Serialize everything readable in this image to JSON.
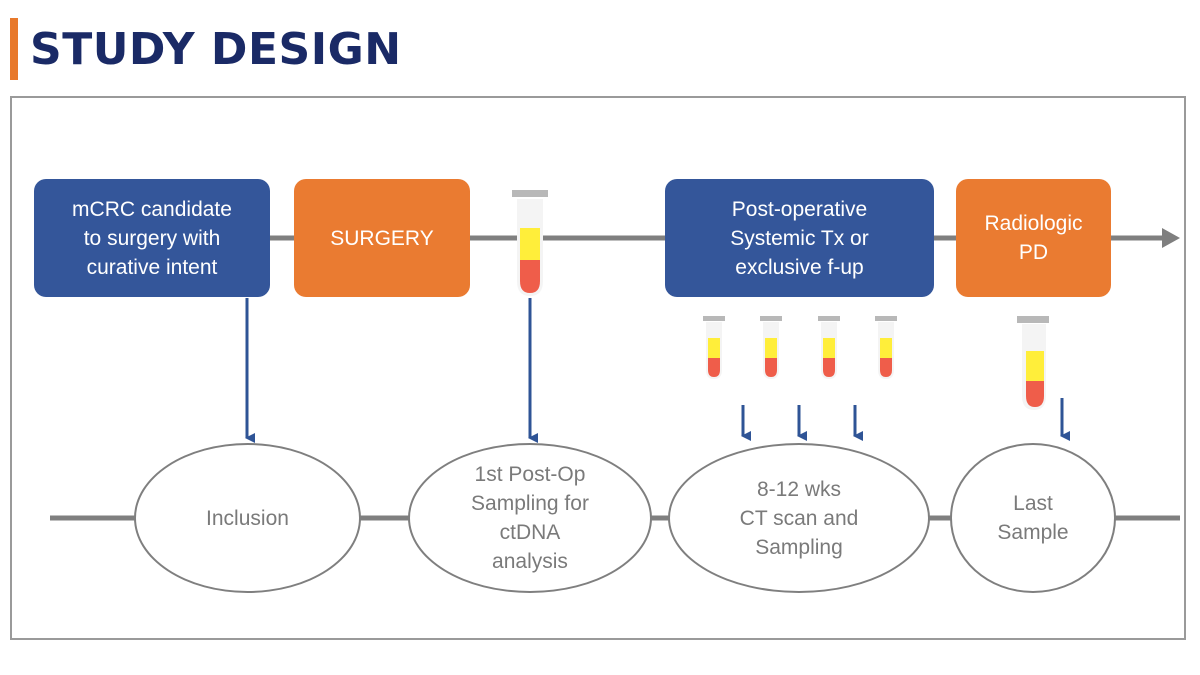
{
  "slide": {
    "title": "STUDY DESIGN"
  },
  "colors": {
    "accent": "#e8792b",
    "title": "#1a2a66",
    "blue_box": "#34569a",
    "orange_box": "#ea7b31",
    "arrow_blue": "#2f5496",
    "timeline_gray": "#7f7f7f",
    "tube_yellow": "#ffee3a",
    "tube_red": "#ef5d4a",
    "tube_cap": "#b8b8b8"
  },
  "top_boxes": [
    {
      "id": "candidate",
      "label": "mCRC candidate\nto surgery with\ncurative intent",
      "color": "blue"
    },
    {
      "id": "surgery",
      "label": "SURGERY",
      "color": "orange"
    },
    {
      "id": "postop",
      "label": "Post-operative\nSystemic Tx or\nexclusive f-up",
      "color": "blue"
    },
    {
      "id": "radiologic",
      "label": "Radiologic\nPD",
      "color": "orange"
    }
  ],
  "ellipses": [
    {
      "id": "inclusion",
      "label": "Inclusion"
    },
    {
      "id": "first-sampling",
      "label": "1st Post-Op\nSampling for\nctDNA\nanalysis"
    },
    {
      "id": "ct-scan",
      "label": "8-12 wks\nCT scan and\nSampling"
    },
    {
      "id": "last-sample",
      "label": "Last\nSample"
    }
  ],
  "icons": {
    "blood_tube": "blood-sample-tube-icon"
  }
}
